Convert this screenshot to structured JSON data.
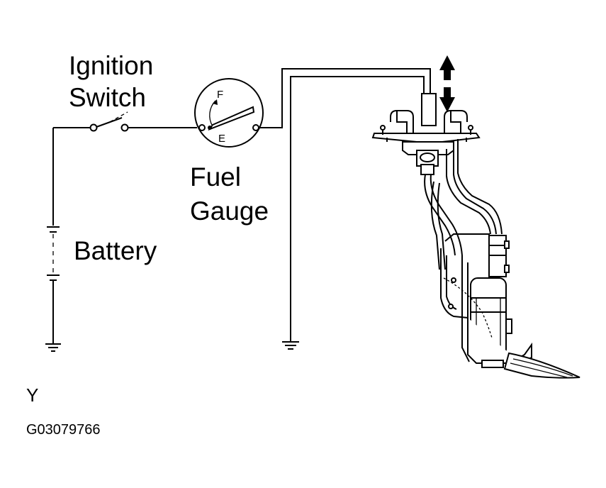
{
  "labels": {
    "ignition_line1": "Ignition",
    "ignition_line2": "Switch",
    "fuel_line1": "Fuel",
    "fuel_line2": "Gauge",
    "battery": "Battery",
    "gauge_full": "F",
    "gauge_empty": "E"
  },
  "footer": {
    "mark": "Y",
    "code": "G03079766"
  }
}
